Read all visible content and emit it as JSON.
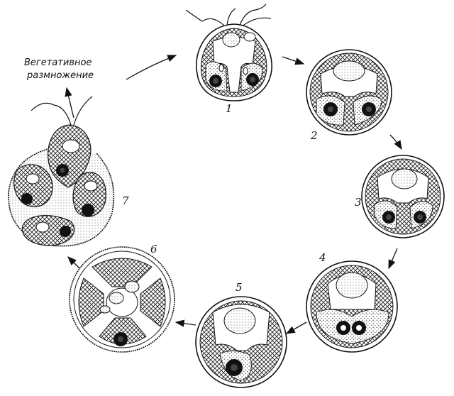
{
  "caption": {
    "line1": "Вегетативное",
    "line2": "размножение"
  },
  "stages": [
    {
      "label": "1"
    },
    {
      "label": "2"
    },
    {
      "label": "3"
    },
    {
      "label": "4"
    },
    {
      "label": "5"
    },
    {
      "label": "6"
    },
    {
      "label": "7"
    }
  ],
  "colors": {
    "ink": "#111111",
    "paper": "#ffffff"
  }
}
